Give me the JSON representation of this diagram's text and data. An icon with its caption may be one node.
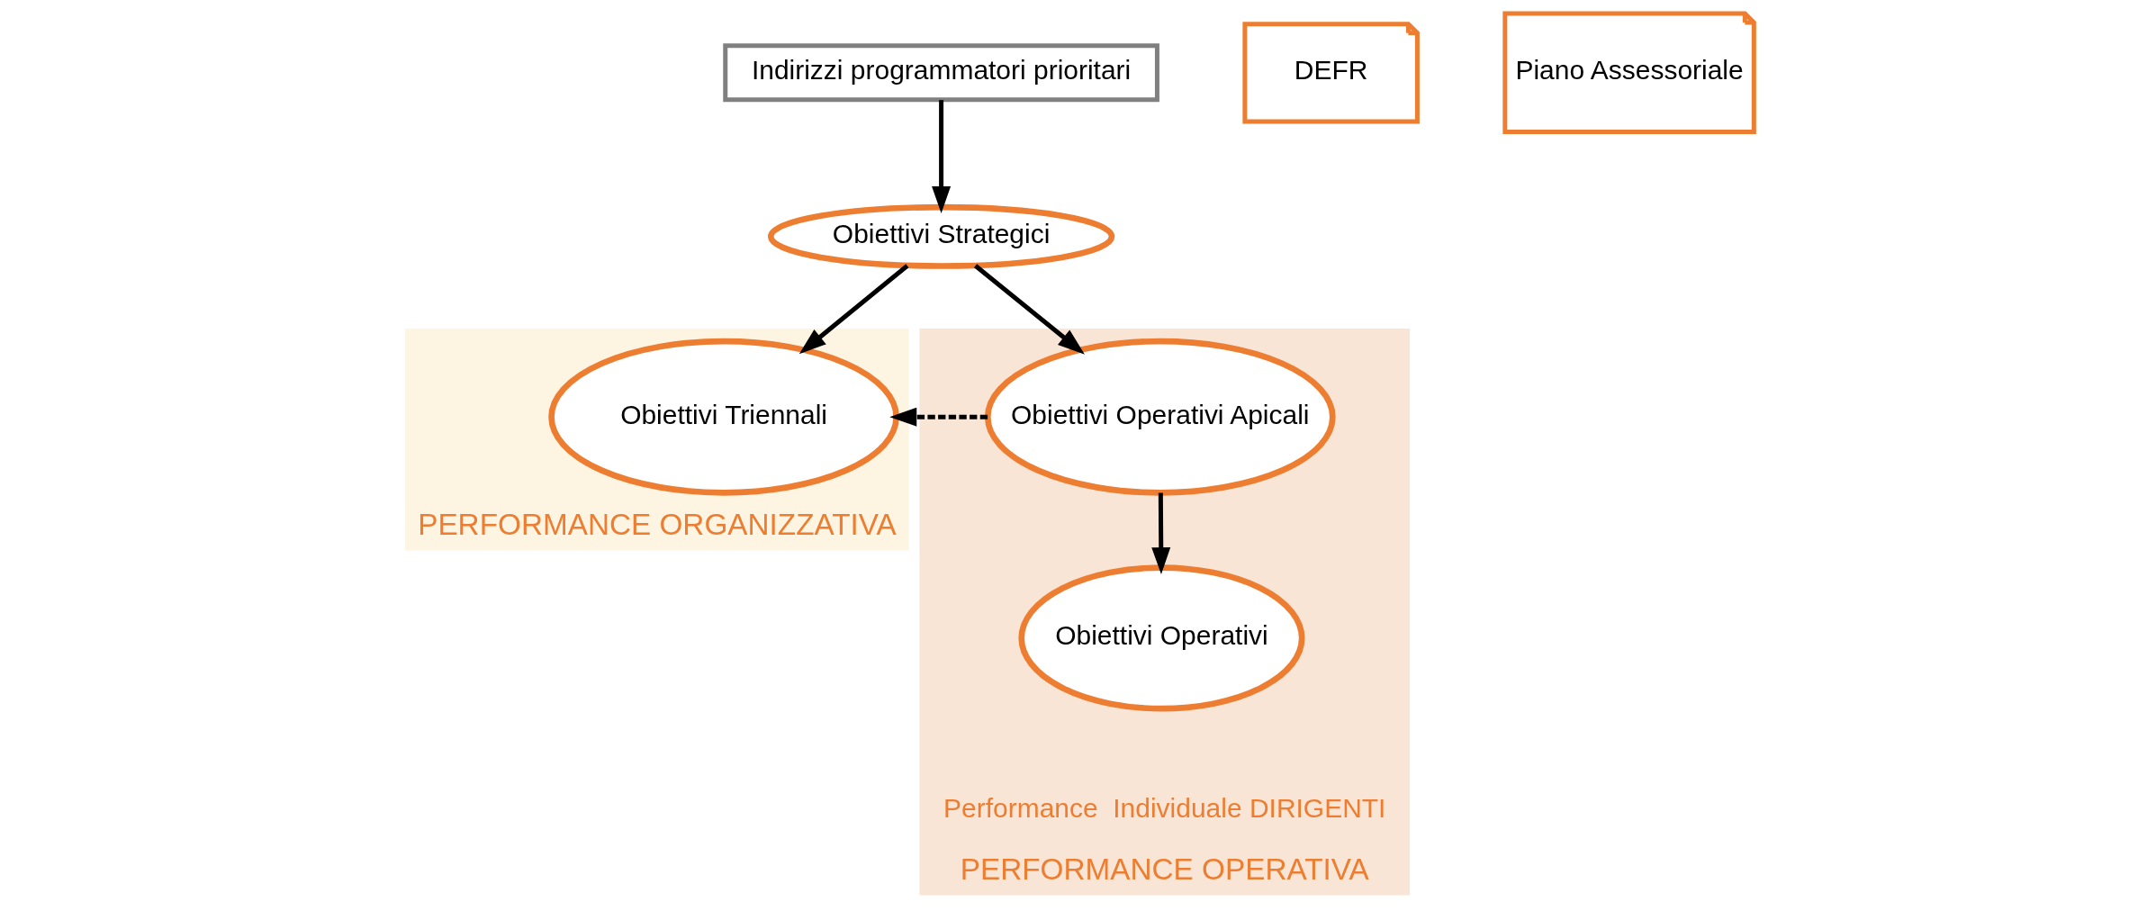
{
  "diagram": {
    "nodes": [
      {
        "text": [
          "Indirizzi programmatori prioritari"
        ]
      },
      {
        "text": [
          "Obiettivi Strategici"
        ]
      },
      {
        "text": [
          "PERFORMANCE ORGANIZZATIVA"
        ]
      },
      {
        "text": [
          "Obiettivi Triennali"
        ],
        "in": 2
      },
      {
        "text": [
          "PERFORMANCE OPERATIVA"
        ]
      },
      {
        "text": [
          "Obiettivi Operativi Apicali"
        ],
        "in": 4
      },
      {
        "text": [
          "Obiettivi Operativi"
        ],
        "in": 4,
        "beside": [
          "Performance  Individuale DIRIGENTI"
        ]
      },
      {
        "text": [
          "DEFR"
        ]
      },
      {
        "text": [
          "Piano Assessoriale"
        ]
      }
    ],
    "edges": [
      {
        "from": 0,
        "to": 1,
        "arrow": "to"
      },
      {
        "from": 1,
        "to": 3,
        "arrow": "to"
      },
      {
        "from": 1,
        "to": 5,
        "arrow": "to"
      },
      {
        "from": 5,
        "to": 3,
        "arrow": "to",
        "style": "dashed"
      },
      {
        "from": 5,
        "to": 6,
        "arrow": "to"
      }
    ]
  }
}
